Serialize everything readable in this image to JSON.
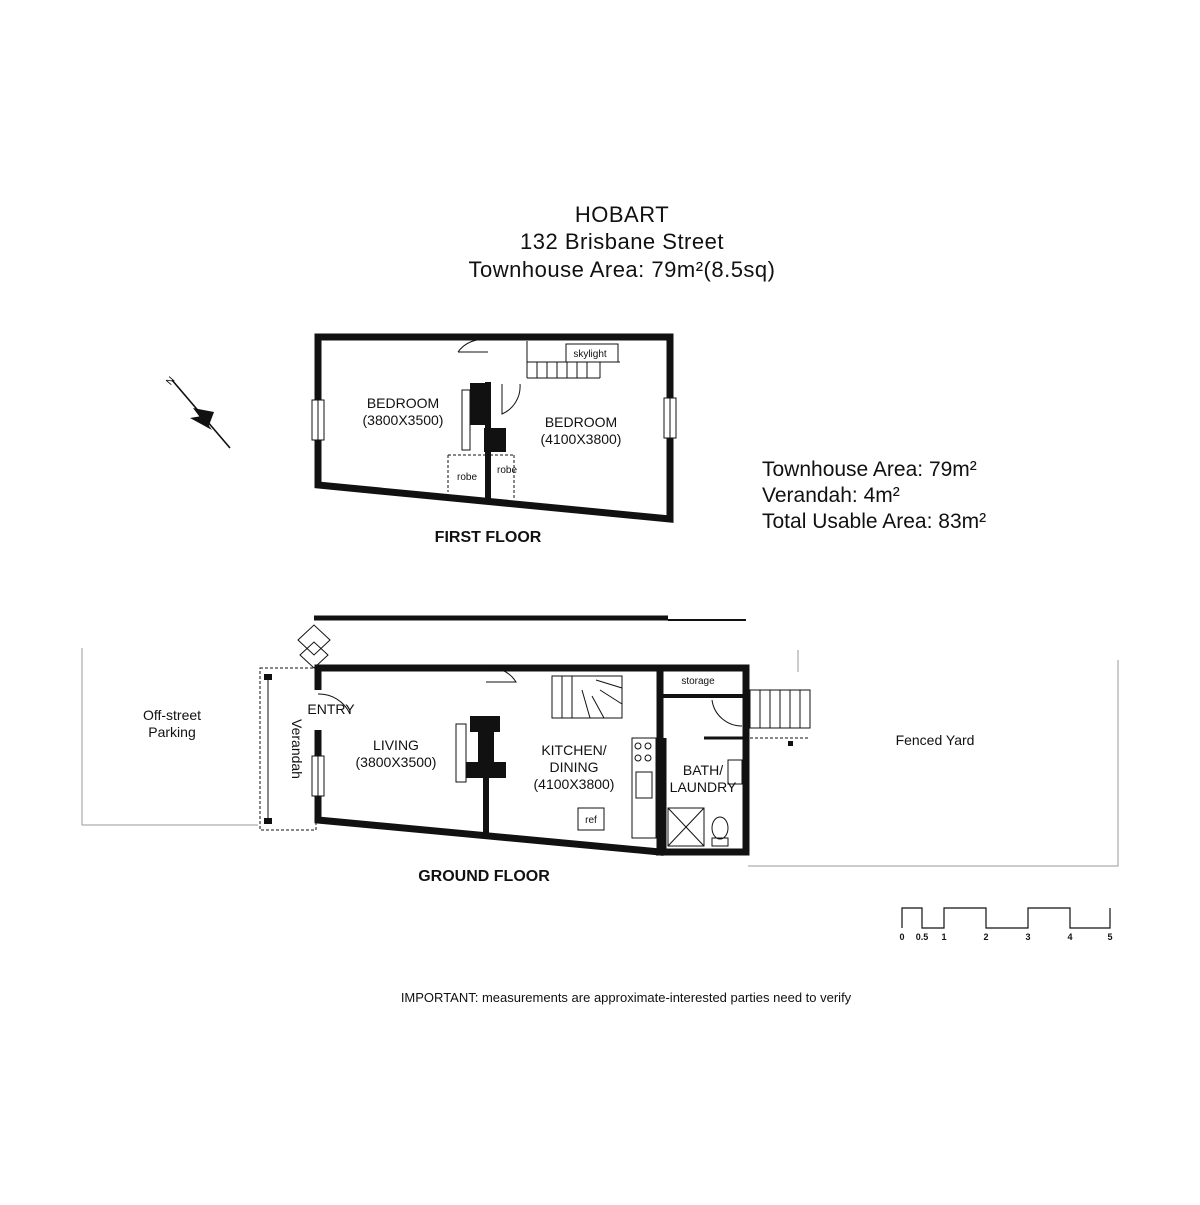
{
  "header": {
    "city": "HOBART",
    "address": "132 Brisbane Street",
    "area_line": "Townhouse Area: 79m²(8.5sq)"
  },
  "summary": {
    "townhouse": "Townhouse Area: 79m²",
    "verandah": "Verandah: 4m²",
    "total": "Total Usable Area: 83m²"
  },
  "compass": {
    "label": "N"
  },
  "first_floor": {
    "title": "FIRST FLOOR",
    "bedroom1": {
      "name": "BEDROOM",
      "dims": "(3800X3500)"
    },
    "bedroom2": {
      "name": "BEDROOM",
      "dims": "(4100X3800)"
    },
    "skylight": "skylight",
    "robe1": "robe",
    "robe2": "robe"
  },
  "ground_floor": {
    "title": "GROUND FLOOR",
    "entry": "ENTRY",
    "living": {
      "name": "LIVING",
      "dims": "(3800X3500)"
    },
    "kitchen": {
      "line1": "KITCHEN/",
      "line2": "DINING",
      "dims": "(4100X3800)"
    },
    "bath": {
      "line1": "BATH/",
      "line2": "LAUNDRY"
    },
    "storage": "storage",
    "ref": "ref",
    "verandah": "Verandah",
    "parking": {
      "line1": "Off-street",
      "line2": "Parking"
    },
    "yard": "Fenced Yard"
  },
  "scale": {
    "labels": [
      "0",
      "0.5",
      "1",
      "2",
      "3",
      "4",
      "5"
    ]
  },
  "note": "IMPORTANT: measurements are approximate-interested parties need to verify"
}
